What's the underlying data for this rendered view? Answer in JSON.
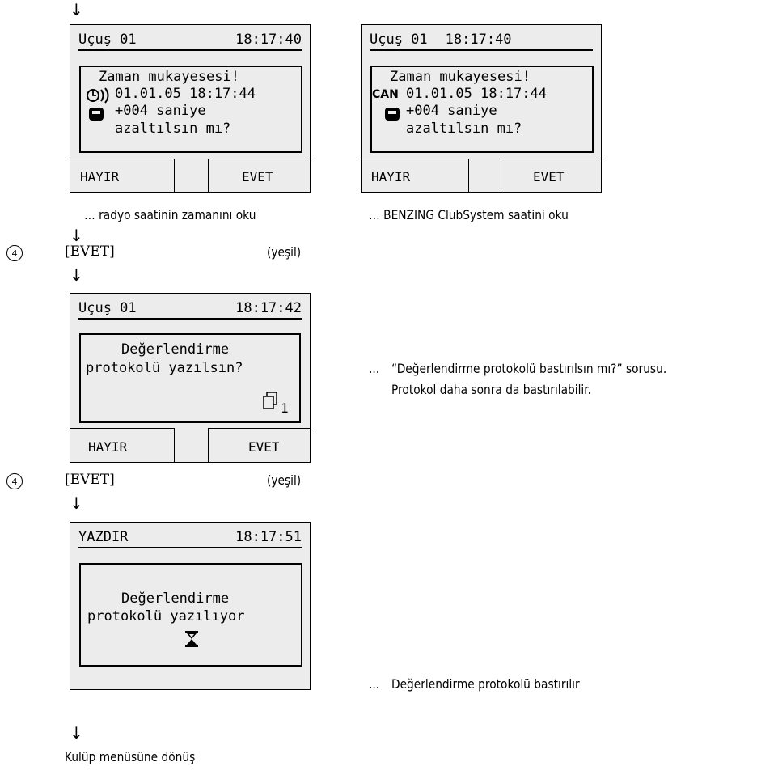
{
  "arrows": {
    "glyph": "↓"
  },
  "screen_compare_radio": {
    "title": "Uçuş 01",
    "time": "18:17:40",
    "line1": "Zaman mukayesesi!",
    "line2": "01.01.05 18:17:44",
    "line3": "+004 saniye",
    "line4": "azaltılsın mı?",
    "softkey_left": "HAYIR",
    "softkey_right": "EVET"
  },
  "caption_radio": "… radyo saatinin zamanını oku",
  "screen_compare_can": {
    "title": "Uçuş 01",
    "time": "18:17:40",
    "badge": "CAN",
    "line1": "Zaman mukayesesi!",
    "line2": "01.01.05 18:17:44",
    "line3": "+004 saniye",
    "line4": "azaltılsın mı?",
    "softkey_left": "HAYIR",
    "softkey_right": "EVET"
  },
  "caption_can": "… BENZING ClubSystem saatini oku",
  "step1": {
    "number": "4",
    "code": "[EVET]",
    "note": "(yeşil)"
  },
  "screen_protocol_question": {
    "title": "Uçuş 01",
    "time": "18:17:42",
    "line1": "Değerlendirme",
    "line2": "protokolü yazılsın?",
    "copies": "1",
    "softkey_left": "HAYIR",
    "softkey_right": "EVET"
  },
  "note_question": {
    "dots": "...",
    "line1": "“Değerlendirme protokolü bastırılsın mı?” sorusu.",
    "line2": "Protokol daha sonra da bastırılabilir."
  },
  "step2": {
    "number": "4",
    "code": "[EVET]",
    "note": "(yeşil)"
  },
  "screen_printing": {
    "title": "YAZDIR",
    "time": "18:17:51",
    "line1": "Değerlendirme",
    "line2": "protokolü yazılıyor"
  },
  "note_printing": {
    "dots": "...",
    "line1": "Değerlendirme protokolü bastırılır"
  },
  "footer": "Kulüp menüsüne dönüş"
}
